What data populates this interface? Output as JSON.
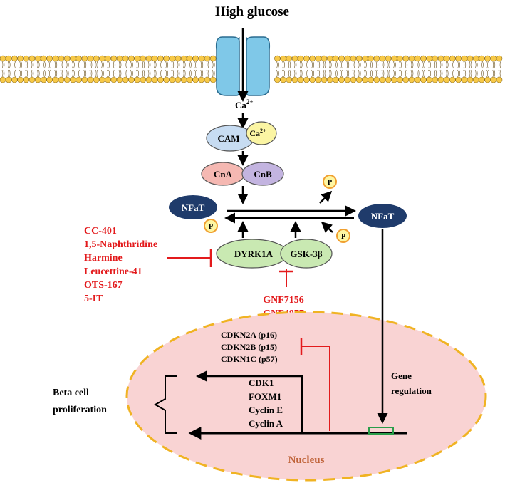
{
  "title": "High glucose",
  "calcium_label": "Ca",
  "calcium_sup": "2+",
  "cam": "CAM",
  "cam_ca": "Ca",
  "cam_ca_sup": "2+",
  "cna": "CnA",
  "cnb": "CnB",
  "nfat_left": "NFaT",
  "nfat_right": "NFaT",
  "phosphate": "P",
  "dyrk1a": "DYRK1A",
  "gsk3b": "GSK-3β",
  "dyrk_inhibitors": [
    "CC-401",
    "1,5-Naphthridine",
    "Harmine",
    "Leucettine-41",
    "OTS-167",
    "5-IT"
  ],
  "gsk_inhibitors": [
    "GNF7156",
    "GNF4877"
  ],
  "cdk_inhibitor_genes": [
    "CDKN2A (p16)",
    "CDKN2B (p15)",
    "CDKN1C (p57)"
  ],
  "proliferation_genes": [
    "CDK1",
    "FOXM1",
    "Cyclin E",
    "Cyclin A"
  ],
  "gene_regulation": [
    "Gene",
    "regulation"
  ],
  "beta_cell": [
    "Beta cell",
    "proliferation"
  ],
  "nucleus": "Nucleus",
  "colors": {
    "inhibitor_red": "#e31a1c",
    "nucleus_fill": "#f9d3d3",
    "nucleus_border": "#f0b323",
    "membrane_lipid": "#f7c948",
    "channel": "#7fc8e8",
    "cam": "#c7dcf2",
    "ca_ion": "#fbf5a3",
    "cna": "#f5b8b2",
    "cnb": "#c3b4e0",
    "nfat": "#1f3b6b",
    "dyrk_gsk": "#c9e9b2",
    "phosphate_fill": "#fdf6a3",
    "phosphate_ring": "#f0a030",
    "nucleus_label": "#c0643a",
    "gene_box": "#2a9d4a"
  }
}
